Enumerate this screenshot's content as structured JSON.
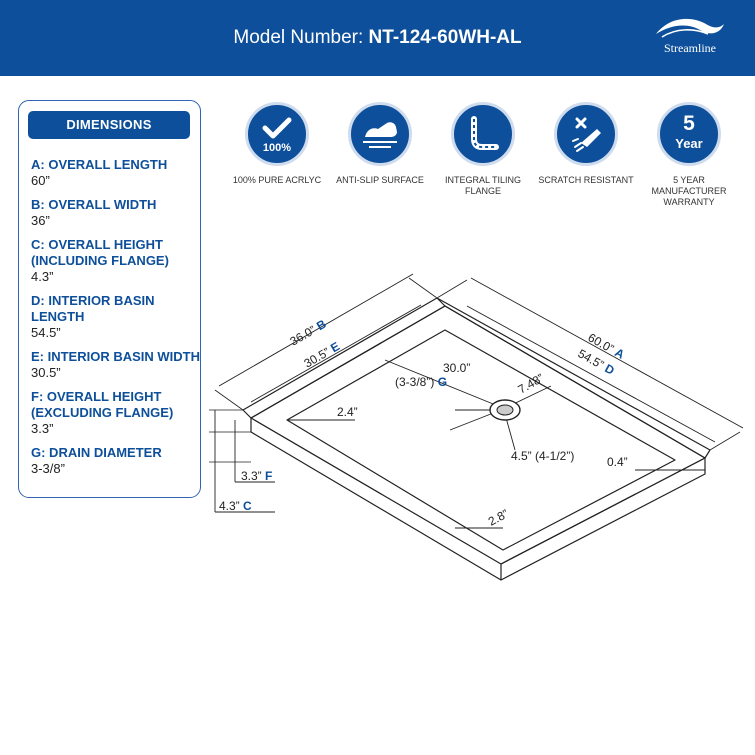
{
  "header": {
    "model_label": "Model Number: ",
    "model_value": "NT-124-60WH-AL",
    "brand": "Streamline",
    "brand_icon": "streamline-wave-logo"
  },
  "colors": {
    "primary": "#0d4f9a",
    "ring": "#cfdcee",
    "line": "#222222"
  },
  "dimensions": {
    "title": "DIMENSIONS",
    "items": [
      {
        "letter": "A",
        "label": "A: OVERALL LENGTH",
        "value": "60”"
      },
      {
        "letter": "B",
        "label": "B: OVERALL WIDTH",
        "value": "36”"
      },
      {
        "letter": "C",
        "label": "C: OVERALL HEIGHT (INCLUDING FLANGE)",
        "value": "4.3”"
      },
      {
        "letter": "D",
        "label": "D: INTERIOR BASIN LENGTH",
        "value": "54.5”"
      },
      {
        "letter": "E",
        "label": "E: INTERIOR BASIN WIDTH",
        "value": "30.5”"
      },
      {
        "letter": "F",
        "label": "F: OVERALL HEIGHT (EXCLUDING FLANGE)",
        "value": "3.3”"
      },
      {
        "letter": "G",
        "label": "G: DRAIN DIAMETER",
        "value": "3-3/8”"
      }
    ]
  },
  "features": [
    {
      "icon": "checkmark-icon",
      "badge": "100%",
      "label": "100% PURE ACRLYC"
    },
    {
      "icon": "shoe-sole-icon",
      "label": "ANTI-SLIP SURFACE"
    },
    {
      "icon": "tiling-flange-icon",
      "label": "INTEGRAL TILING FLANGE"
    },
    {
      "icon": "scratch-tool-icon",
      "label": "SCRATCH RESISTANT"
    },
    {
      "icon": "five-year-icon",
      "number": "5",
      "word": "Year",
      "label": "5 YEAR MANUFACTURER WARRANTY"
    }
  ],
  "diagram": {
    "A": {
      "value": "60.0”",
      "letter": "A"
    },
    "B": {
      "value": "36.0”",
      "letter": "B"
    },
    "D": {
      "value": "54.5”",
      "letter": "D"
    },
    "E": {
      "value": "30.5”",
      "letter": "E"
    },
    "F": {
      "value": "3.3”",
      "letter": "F"
    },
    "C": {
      "value": "4.3”",
      "letter": "C"
    },
    "G": {
      "value": "(3-3/8”)",
      "letter": "G"
    },
    "drain_to_end": "30.0”",
    "drain_to_side": "7.48”",
    "drain_offset": "4.5” (4-1/2”)",
    "rim_left": "2.4”",
    "rim_right": "0.4”",
    "rim_front": "2.8”"
  }
}
